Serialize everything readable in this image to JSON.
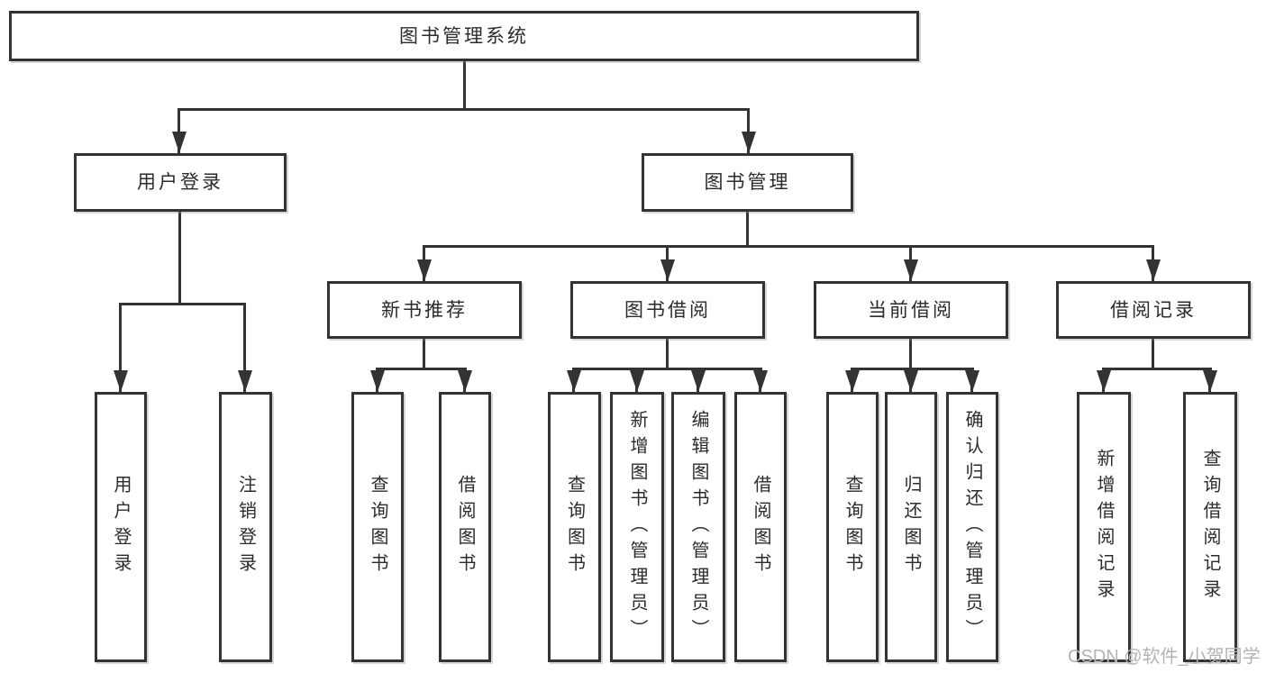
{
  "tree": {
    "root": "图书管理系统",
    "user_login": {
      "label": "用户登录",
      "children": [
        "用户登录",
        "注销登录"
      ]
    },
    "book_management": {
      "label": "图书管理",
      "sections": [
        {
          "label": "新书推荐",
          "children": [
            "查询图书",
            "借阅图书"
          ]
        },
        {
          "label": "图书借阅",
          "children": [
            "查询图书",
            "新增图书（管理员）",
            "编辑图书（管理员）",
            "借阅图书"
          ]
        },
        {
          "label": "当前借阅",
          "children": [
            "查询图书",
            "归还图书",
            "确认归还（管理员）"
          ]
        },
        {
          "label": "借阅记录",
          "children": [
            "新增借阅记录",
            "查询借阅记录"
          ]
        }
      ]
    }
  },
  "watermark": "CSDN @软件_小贺同学",
  "colors": {
    "line": "#333333",
    "box_border": "#333333",
    "box_background": "#ffffff",
    "page_background": "#ffffff",
    "text": "#2b2b2b",
    "watermark": "#b3b3b3"
  }
}
